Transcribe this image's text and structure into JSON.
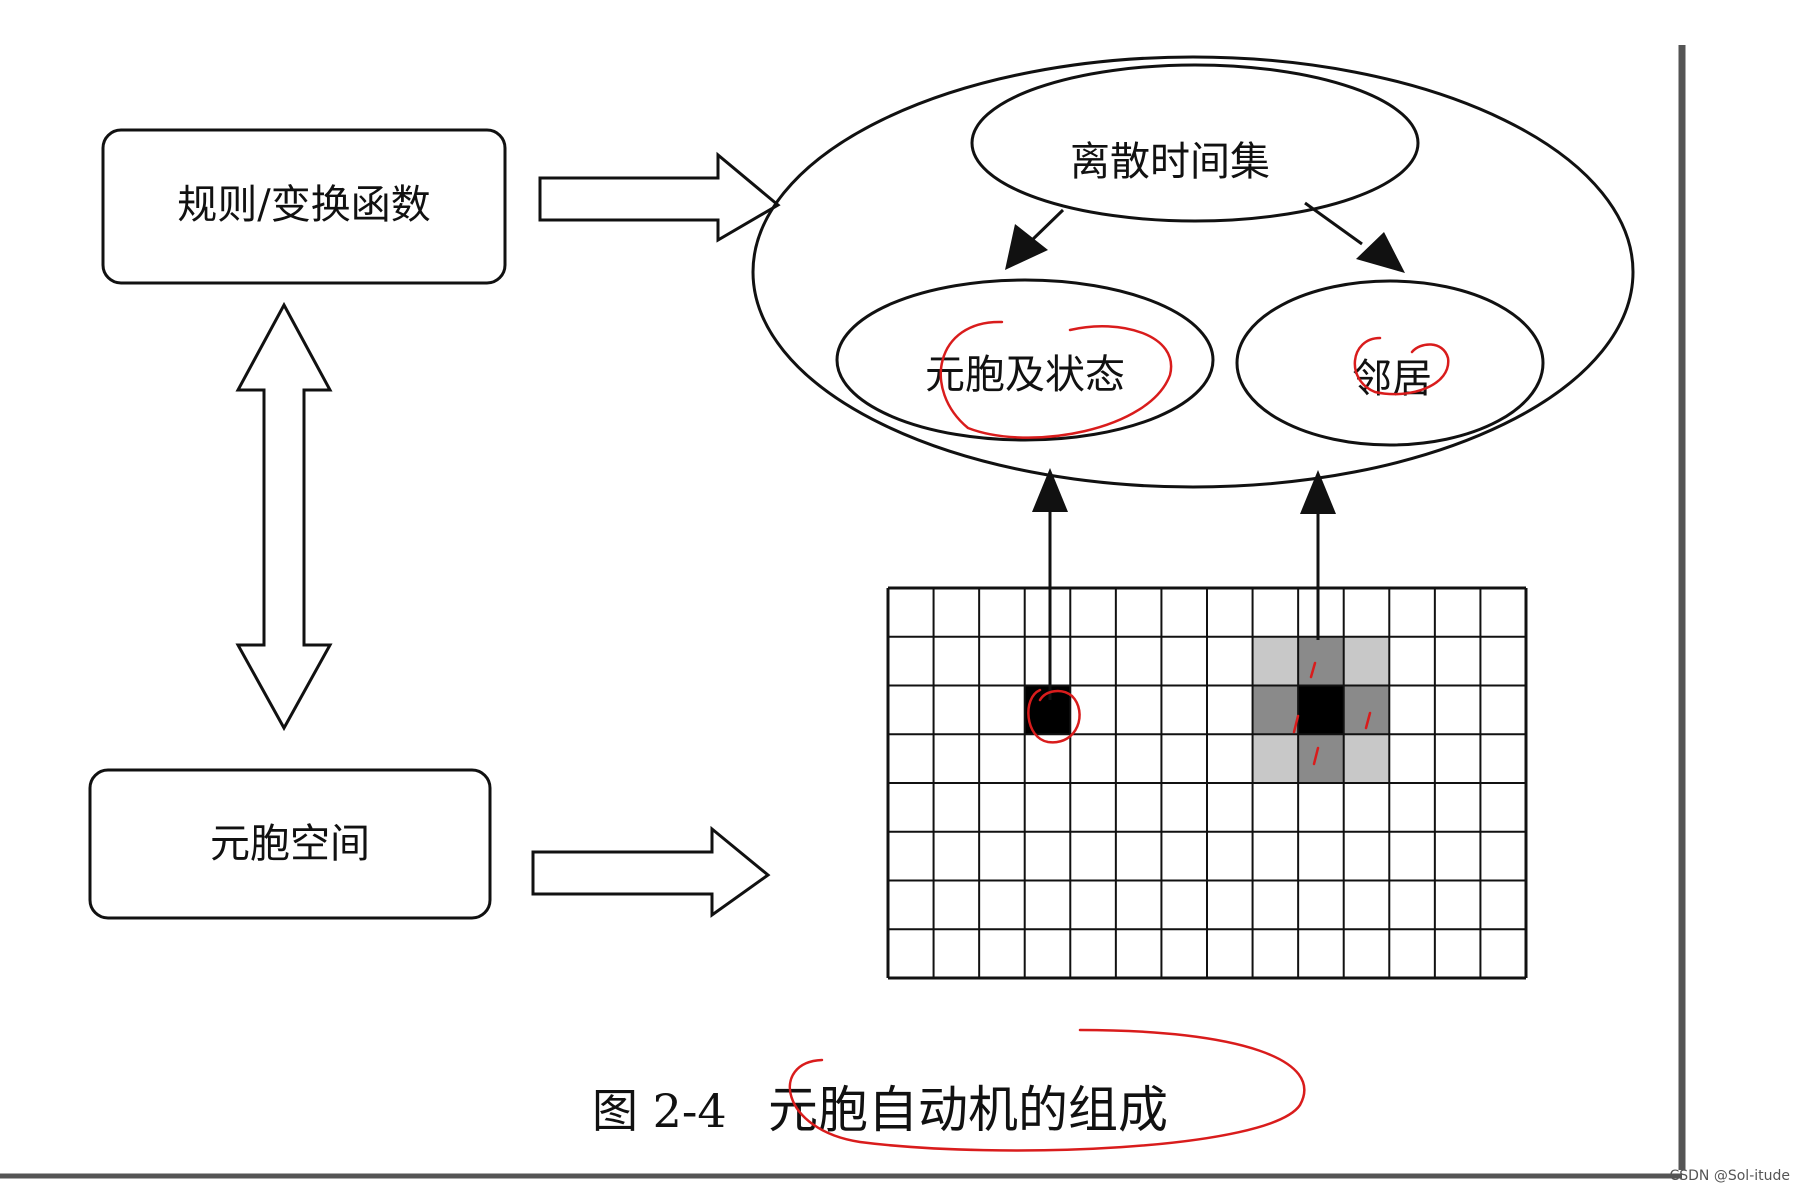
{
  "boxes": {
    "rules": "规则/变换函数",
    "cell_space": "元胞空间"
  },
  "ellipses": {
    "discrete_time": "离散时间集",
    "cell_state": "元胞及状态",
    "neighbor": "邻居"
  },
  "caption": {
    "number": "图 2-4",
    "text": "元胞自动机的组成"
  },
  "grid": {
    "rows": 8,
    "cols": 14,
    "black_cells": [
      [
        2,
        3
      ],
      [
        2,
        9
      ]
    ],
    "gray_cells": [
      [
        1,
        9
      ],
      [
        3,
        9
      ],
      [
        2,
        8
      ],
      [
        2,
        10
      ]
    ],
    "light_gray_cells": [
      [
        1,
        8
      ],
      [
        1,
        10
      ],
      [
        3,
        8
      ],
      [
        3,
        10
      ]
    ]
  },
  "colors": {
    "line": "#111111",
    "annotation": "#d91c1c",
    "gray_cell": "#8a8a8a",
    "light_gray_cell": "#c8c8c8"
  },
  "watermark": "CSDN @Sol-itude"
}
